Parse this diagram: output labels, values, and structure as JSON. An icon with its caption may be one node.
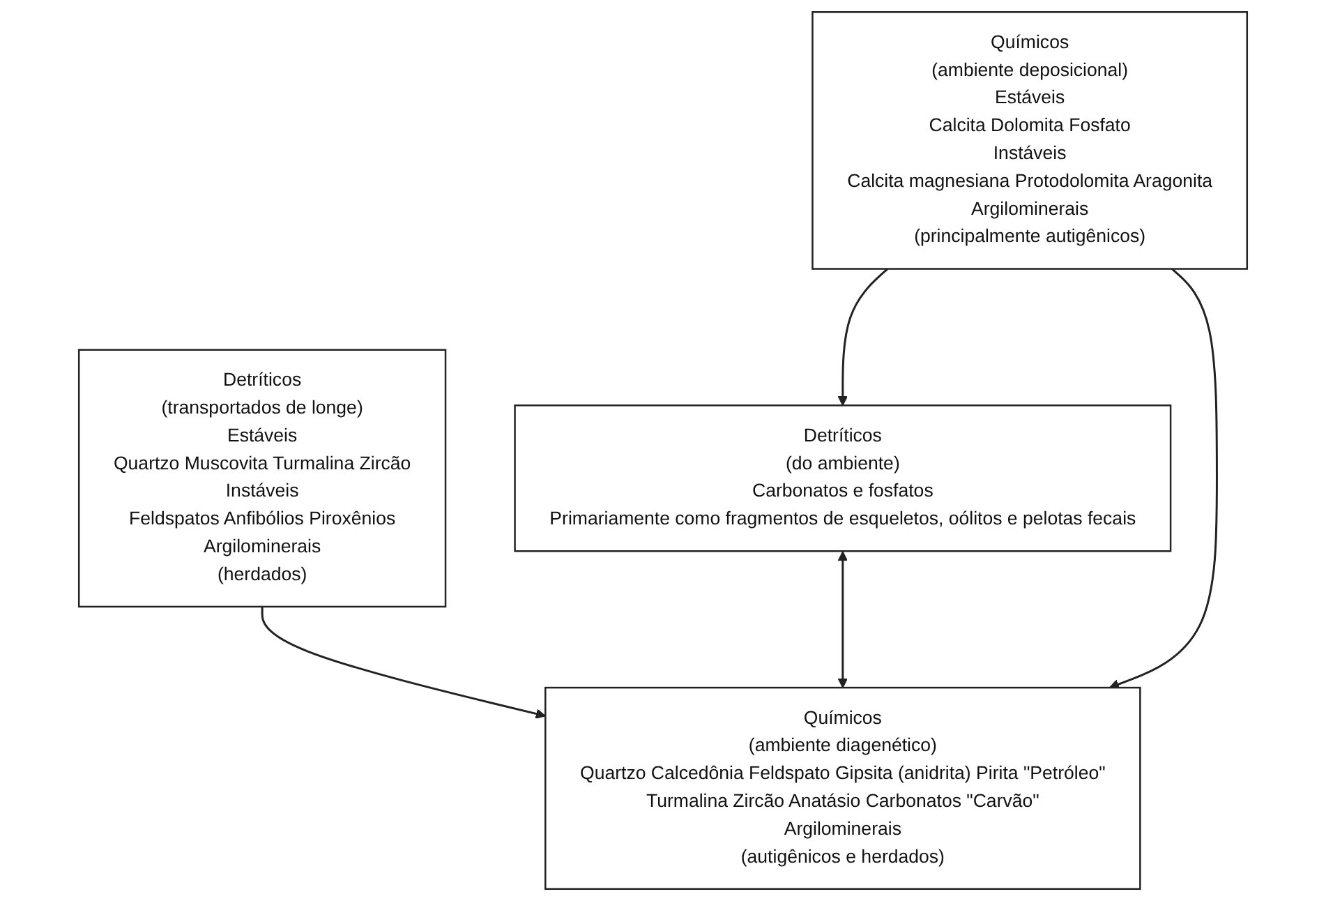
{
  "diagram": {
    "nodes": [
      {
        "text": [
          "Detríticos",
          "(transportados de longe)",
          "Estáveis",
          "Quartzo Muscovita Turmalina Zircão",
          "Instáveis",
          "Feldspatos Anfibólios Piroxênios",
          "Argilominerais",
          "(herdados)"
        ]
      },
      {
        "text": [
          "Químicos",
          "(ambiente diagenético)",
          "Quartzo Calcedônia Feldspato Gipsita (anidrita) Pirita \"Petróleo\"",
          "Turmalina Zircão Anatásio Carbonatos \"Carvão\"",
          "Argilominerais",
          "(autigênicos e herdados)"
        ]
      },
      {
        "text": [
          "Detríticos",
          "(do ambiente)",
          "Carbonatos e fosfatos",
          "Primariamente como fragmentos de esqueletos, oólitos e pelotas fecais"
        ]
      },
      {
        "text": [
          "Químicos",
          "(ambiente deposicional)",
          "Estáveis",
          "Calcita Dolomita Fosfato",
          "Instáveis",
          "Calcita magnesiana Protodolomita Aragonita",
          "Argilominerais",
          "(principalmente autigênicos)"
        ]
      }
    ],
    "edges": [
      {
        "from": 0,
        "to": 1,
        "arrow": "to"
      },
      {
        "from": 3,
        "to": 2,
        "arrow": "to"
      },
      {
        "from": 2,
        "to": 1,
        "arrow": "both"
      },
      {
        "from": 3,
        "to": 1,
        "arrow": "to"
      }
    ]
  }
}
